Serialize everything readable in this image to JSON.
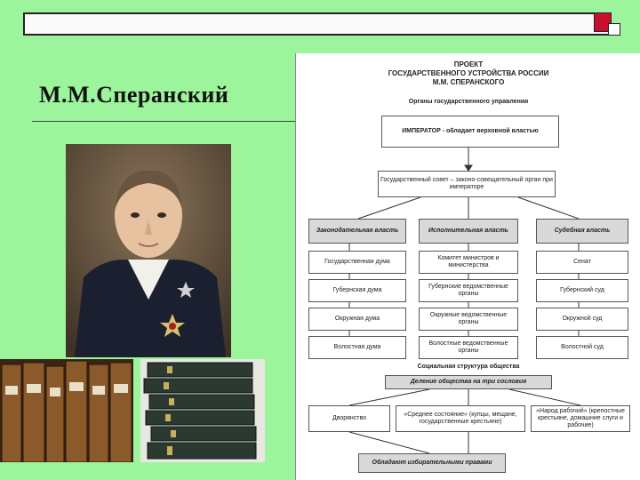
{
  "slide": {
    "title": "М.М.Сперанский"
  },
  "doc": {
    "heading1": "ПРОЕКТ",
    "heading2": "ГОСУДАРСТВЕННОГО УСТРОЙСТВА РОССИИ",
    "heading3": "М.М. СПЕРАНСКОГО",
    "section1": "Органы государственного управления",
    "emperor": "ИМПЕРАТОР - обладает верховной властью",
    "council": "Государственный совет – законо-совещательный орган при императоре",
    "branches": [
      "Законодательная власть",
      "Исполнительная власть",
      "Судебная власть"
    ],
    "legislative": [
      "Государственная дума",
      "Губернская дума",
      "Окружная дума",
      "Волостная дума"
    ],
    "executive": [
      "Комитет министров и министерства",
      "Губернские ведомственные органы",
      "Окружные ведомственные органы",
      "Волостные ведомственные органы"
    ],
    "judicial": [
      "Сенат",
      "Губернский суд",
      "Окружной суд",
      "Волостной суд"
    ],
    "section2": "Социальная структура общества",
    "division": "Деление общества на три сословия",
    "estates": [
      "Дворянство",
      "«Среднее состояние» (купцы, мещане, государственные крестьяне)",
      "«Народ рабочий» (крепостные крестьяне, домашние слуги и рабочие)"
    ],
    "rights": "Обладают избирательными правами"
  }
}
